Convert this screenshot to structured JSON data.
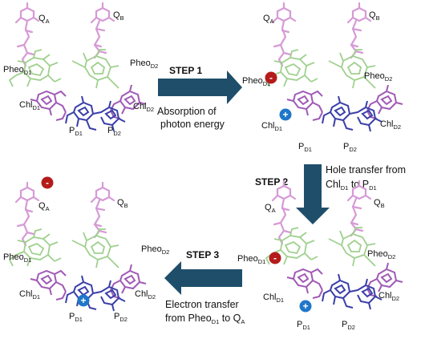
{
  "colors": {
    "quinone": "#d69ad6",
    "pheophytin": "#9fd08e",
    "chlorophyll": "#a05ab5",
    "pair": "#3a3fa8",
    "arrow": "#1f4e6a",
    "electron": "#b51b1b",
    "hole": "#1f77c9"
  },
  "labels": {
    "QA": {
      "base": "Q",
      "sub": "A"
    },
    "QB": {
      "base": "Q",
      "sub": "B"
    },
    "PheoD1": {
      "base": "Pheo",
      "sub": "D1"
    },
    "PheoD2": {
      "base": "Pheo",
      "sub": "D2"
    },
    "ChlD1": {
      "base": "Chl",
      "sub": "D1"
    },
    "ChlD2": {
      "base": "Chl",
      "sub": "D2"
    },
    "PD1": {
      "base": "P",
      "sub": "D1"
    },
    "PD2": {
      "base": "P",
      "sub": "D2"
    }
  },
  "charges": {
    "electron": "-",
    "hole": "+"
  },
  "steps": {
    "step1": {
      "title": "STEP 1",
      "line1": "Absorption of",
      "line2": "photon energy"
    },
    "step2": {
      "title": "STEP 2",
      "line1": "Hole transfer from",
      "line2": {
        "a": "Chl",
        "a_sub": "D1",
        "b": " to P",
        "b_sub": "D1"
      }
    },
    "step3": {
      "title": "STEP 3",
      "line1": "Electron transfer",
      "line2": {
        "a": "from Pheo",
        "a_sub": "D1",
        "b": " to Q",
        "b_sub": "A"
      }
    }
  }
}
